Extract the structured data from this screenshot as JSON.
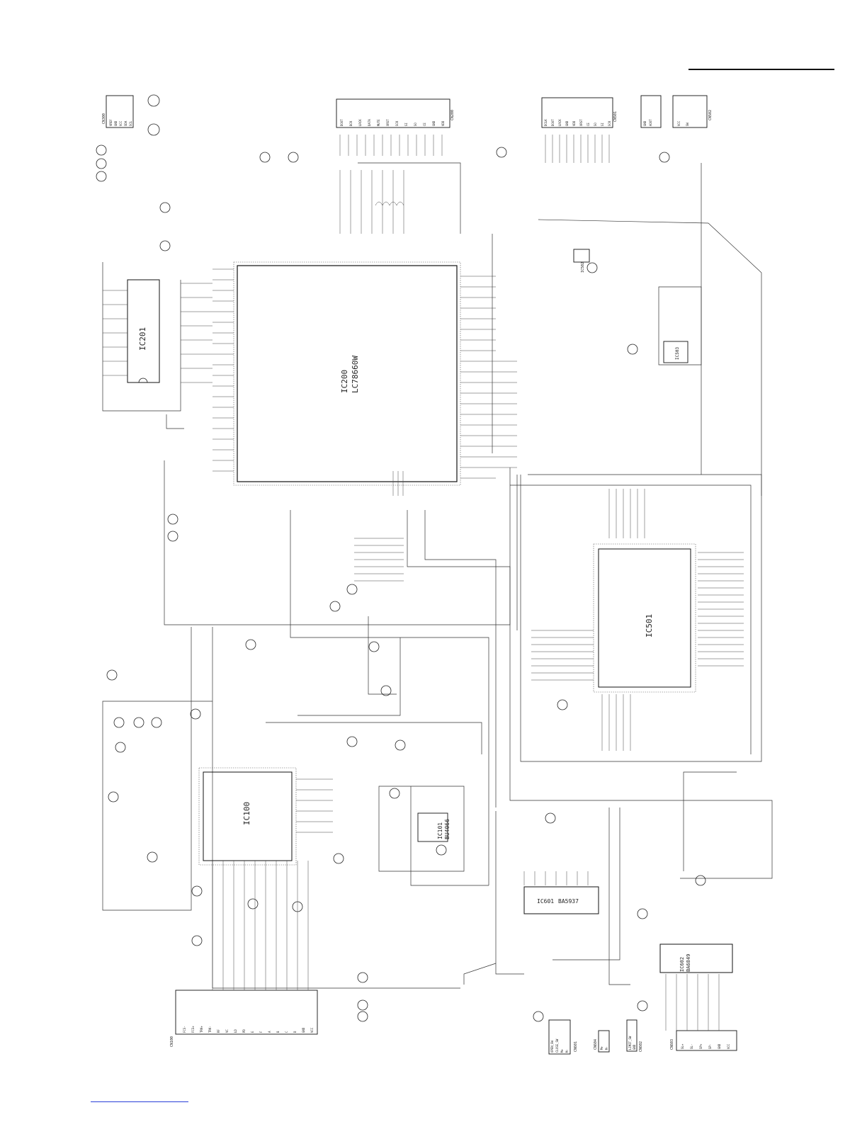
{
  "schematic": {
    "ics": [
      {
        "ref": "IC200",
        "part": "LC78660W"
      },
      {
        "ref": "IC201",
        "part": ""
      },
      {
        "ref": "IC101",
        "part": "BU4066"
      },
      {
        "ref": "IC100",
        "part": ""
      },
      {
        "ref": "IC501",
        "part": ""
      },
      {
        "ref": "IC601",
        "part": "BA5937"
      },
      {
        "ref": "IC602",
        "part": "BA6849"
      },
      {
        "ref": "IC503",
        "part": ""
      },
      {
        "ref": "IC502",
        "part": ""
      }
    ],
    "connectors": [
      {
        "ref": "CN100",
        "pins": [
          "FCS-",
          "FCS+",
          "TRK+",
          "TRK-",
          "RF",
          "VC",
          "LD",
          "PD",
          "E",
          "F",
          "A",
          "B",
          "C",
          "D",
          "GND",
          "VCC"
        ]
      },
      {
        "ref": "CN200",
        "pins": [
          "DOUT",
          "BCK",
          "LRCK",
          "DATA",
          "MUTE",
          "XRST",
          "SCK",
          "SI",
          "SO",
          "CE",
          "GND",
          "VDD"
        ]
      },
      {
        "ref": "CN300",
        "pins": [
          "VREF",
          "GND",
          "VCC",
          "SDA",
          "SCL"
        ]
      },
      {
        "ref": "CN501",
        "pins": [
          "DCLK",
          "DOUT",
          "LRCK",
          "GND",
          "VDD",
          "XRST",
          "CE",
          "SO",
          "SI",
          "SCK"
        ]
      },
      {
        "ref": "CN502",
        "pins": [
          "GND",
          "AOUT",
          "VCC",
          "SW"
        ]
      },
      {
        "ref": "CN601",
        "pins": [
          "OPEN_SW",
          "CLOSE_SW",
          "M+",
          "M-"
        ]
      },
      {
        "ref": "CN602",
        "pins": [
          "LIMIT_SW",
          "GND"
        ]
      },
      {
        "ref": "CN603",
        "pins": [
          "SL+",
          "SL-",
          "SP+",
          "SP-",
          "GND",
          "VCC"
        ]
      },
      {
        "ref": "CN604",
        "pins": [
          "M+",
          "M-"
        ]
      }
    ]
  }
}
